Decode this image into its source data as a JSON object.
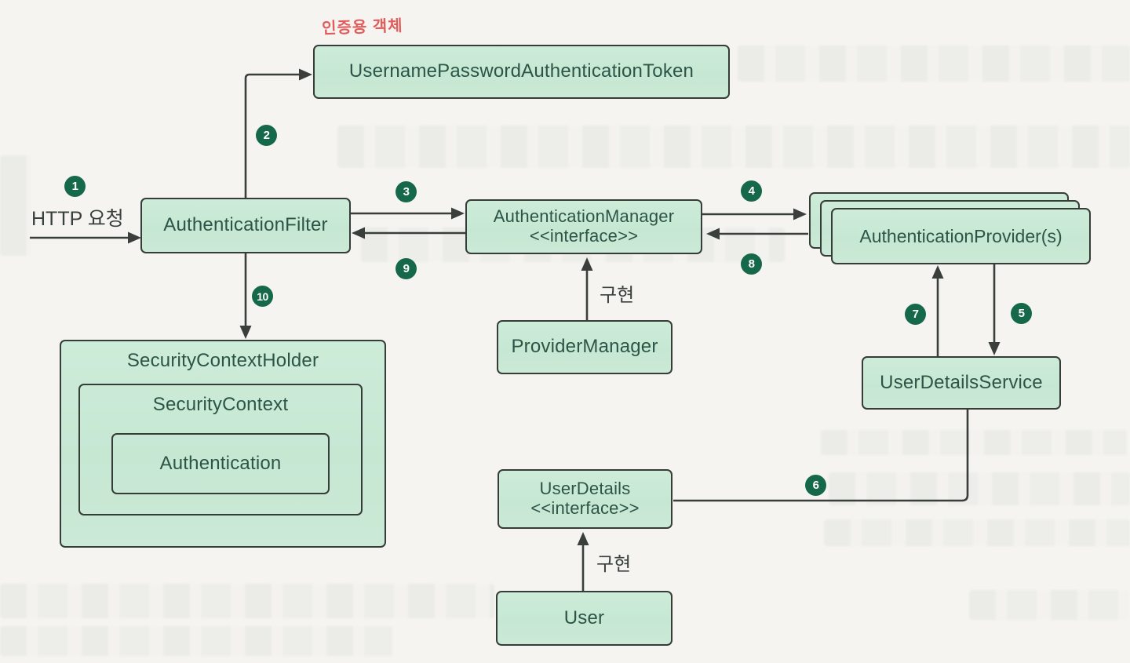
{
  "diagram": {
    "annotation": "인증용 객체",
    "labels": {
      "http_request": "HTTP 요청",
      "implements_top": "구현",
      "implements_bottom": "구현"
    },
    "nodes": {
      "username_password_authentication_token": {
        "label": "UsernamePasswordAuthenticationToken"
      },
      "authentication_filter": {
        "label": "AuthenticationFilter"
      },
      "authentication_manager": {
        "label": "AuthenticationManager",
        "stereotype": "<<interface>>"
      },
      "authentication_providers": {
        "label": "AuthenticationProvider(s)"
      },
      "provider_manager": {
        "label": "ProviderManager"
      },
      "user_details_service": {
        "label": "UserDetailsService"
      },
      "user_details": {
        "label": "UserDetails",
        "stereotype": "<<interface>>"
      },
      "user": {
        "label": "User"
      },
      "security_context_holder": {
        "label": "SecurityContextHolder"
      },
      "security_context": {
        "label": "SecurityContext"
      },
      "authentication": {
        "label": "Authentication"
      }
    },
    "steps": [
      "1",
      "2",
      "3",
      "4",
      "5",
      "6",
      "7",
      "8",
      "9",
      "10"
    ],
    "colors": {
      "box_fill": "#c9e9d6",
      "box_border": "#363d39",
      "box_text": "#2c5547",
      "step_circle": "#15694a",
      "arrow": "#3a3f3c",
      "paper": "#f5f4f0",
      "annotation_red": "#e25c5c"
    }
  }
}
